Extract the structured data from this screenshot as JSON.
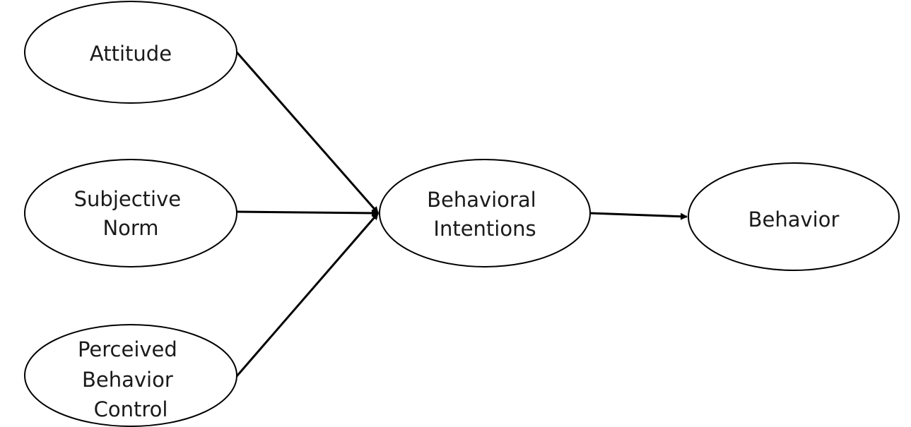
{
  "diagram": {
    "nodes": {
      "attitude": {
        "lines": [
          "Attitude"
        ]
      },
      "subjective_norm": {
        "lines": [
          "Subjective",
          "Norm"
        ]
      },
      "perceived_behavior_control": {
        "lines": [
          "Perceived",
          "Behavior",
          "Control"
        ]
      },
      "behavioral_intentions": {
        "lines": [
          "Behavioral",
          "Intentions"
        ]
      },
      "behavior": {
        "lines": [
          "Behavior"
        ]
      }
    },
    "edges": [
      {
        "from": "attitude",
        "to": "behavioral_intentions"
      },
      {
        "from": "subjective_norm",
        "to": "behavioral_intentions"
      },
      {
        "from": "perceived_behavior_control",
        "to": "behavioral_intentions"
      },
      {
        "from": "behavioral_intentions",
        "to": "behavior"
      }
    ],
    "colors": {
      "stroke": "#000000",
      "fill": "#ffffff",
      "text": "#1a1a1a"
    }
  }
}
